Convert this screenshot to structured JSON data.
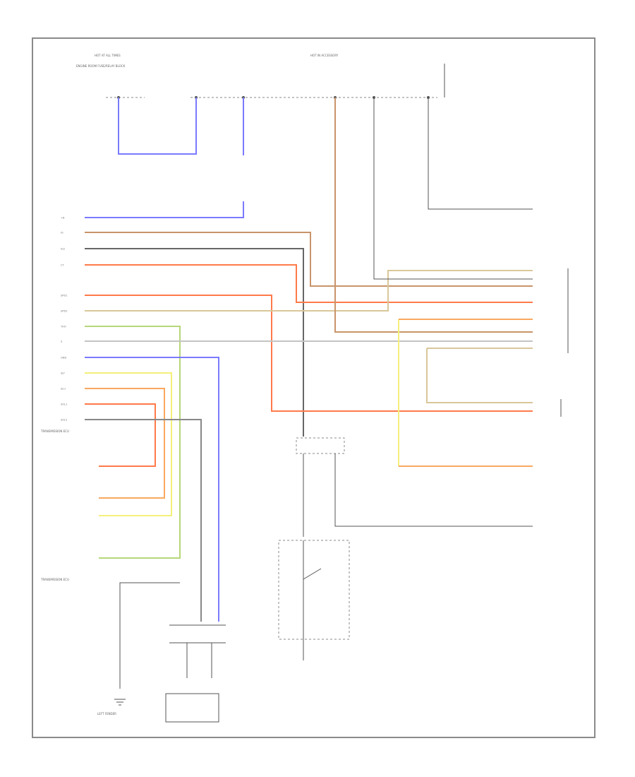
{
  "colors": {
    "frame": "#8a8a8a",
    "ink": "#555555",
    "blue": "#7a7aff",
    "brown": "#c8946a",
    "black": "#666666",
    "red": "#ff7a4a",
    "tan": "#d9c79a",
    "grey": "#c4c4c4",
    "yellow": "#f4f07a",
    "green": "#b6d67a",
    "orange": "#f9a860"
  },
  "labels": {
    "top_left_header": "HOT AT ALL TIMES",
    "top_center_header": "HOT IN ACCESSORY",
    "power_source_block": "ENGINE ROOM FUSE/RELAY BLOCK",
    "ecu_top": "TRANSMISSION ECU",
    "ecu_bottom": "TRANSMISSION ECU",
    "ground_label": "LEFT FENDER"
  },
  "pin_labels": [
    "+B",
    "IG",
    "IG2",
    "CT",
    "SPD1",
    "SPD2",
    "THO",
    "S",
    "GND",
    "SLT",
    "SLU",
    "SOL1",
    "SOL2"
  ]
}
